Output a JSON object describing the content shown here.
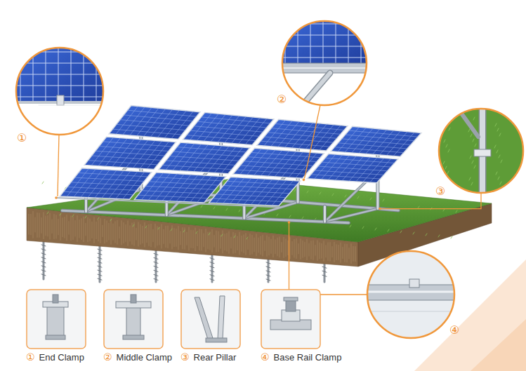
{
  "diagram": {
    "nodes": [
      {
        "text": [
          "①",
          "End Clamp"
        ]
      },
      {
        "text": [
          "②",
          "Middle Clamp"
        ]
      },
      {
        "text": [
          "③",
          "Rear Pillar"
        ]
      },
      {
        "text": [
          "④",
          "Base Rail Clamp"
        ]
      }
    ],
    "labels": [
      "①",
      "②",
      "③",
      "④"
    ]
  }
}
